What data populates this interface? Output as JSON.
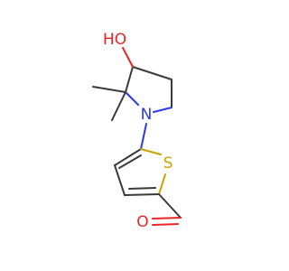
{
  "molecule": {
    "atoms": {
      "hydroxyl": "HO",
      "nitrogen": "N",
      "sulfur": "S",
      "aldehyde_oxygen": "O"
    },
    "colors": {
      "carbon_bond": "#3a3a3a",
      "oxygen": "#e8262a",
      "nitrogen": "#2d3ae8",
      "sulfur": "#c9a100"
    }
  }
}
